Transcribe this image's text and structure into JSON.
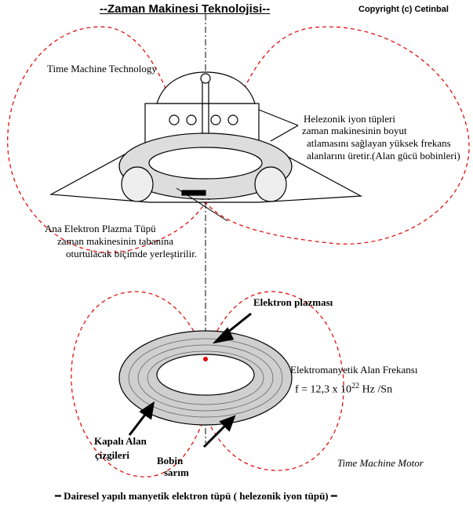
{
  "header": {
    "title": "--Zaman Makinesi Teknolojisi--",
    "copyright": "Copyright (c) Cetinbal"
  },
  "top_section": {
    "heading": "Time Machine Technology",
    "helix_note": [
      "Helezonik iyon tüpleri",
      "zaman makinesinin boyut",
      "atlamasını sağlayan yüksek frekans",
      "alanlarını üretir.(Alan gücü bobinleri)"
    ],
    "plasma_note": [
      "Ana Elektron Plazma Tüpü",
      "zaman makinesinin tabanına",
      "oturtulacak  biçimde yerleştirilir."
    ]
  },
  "bottom_section": {
    "electron_plasma": "Elektron plazması",
    "field_label": "Elektromanyetik  Alan Frekansı",
    "formula": {
      "prefix": "f = 12,3 x 10",
      "exponent": "22",
      "unit": "Hz /Sn"
    },
    "closed_field": [
      "Kapalı Alan",
      "çizgileri"
    ],
    "coil": [
      "Bobin",
      "sarım"
    ],
    "motor_label": "Time Machine Motor"
  },
  "caption": "Dairesel yapılı manyetik elektron tüpü ( helezonik iyon tüpü)",
  "colors": {
    "field_lines": "#e00000",
    "ink": "#000000"
  }
}
